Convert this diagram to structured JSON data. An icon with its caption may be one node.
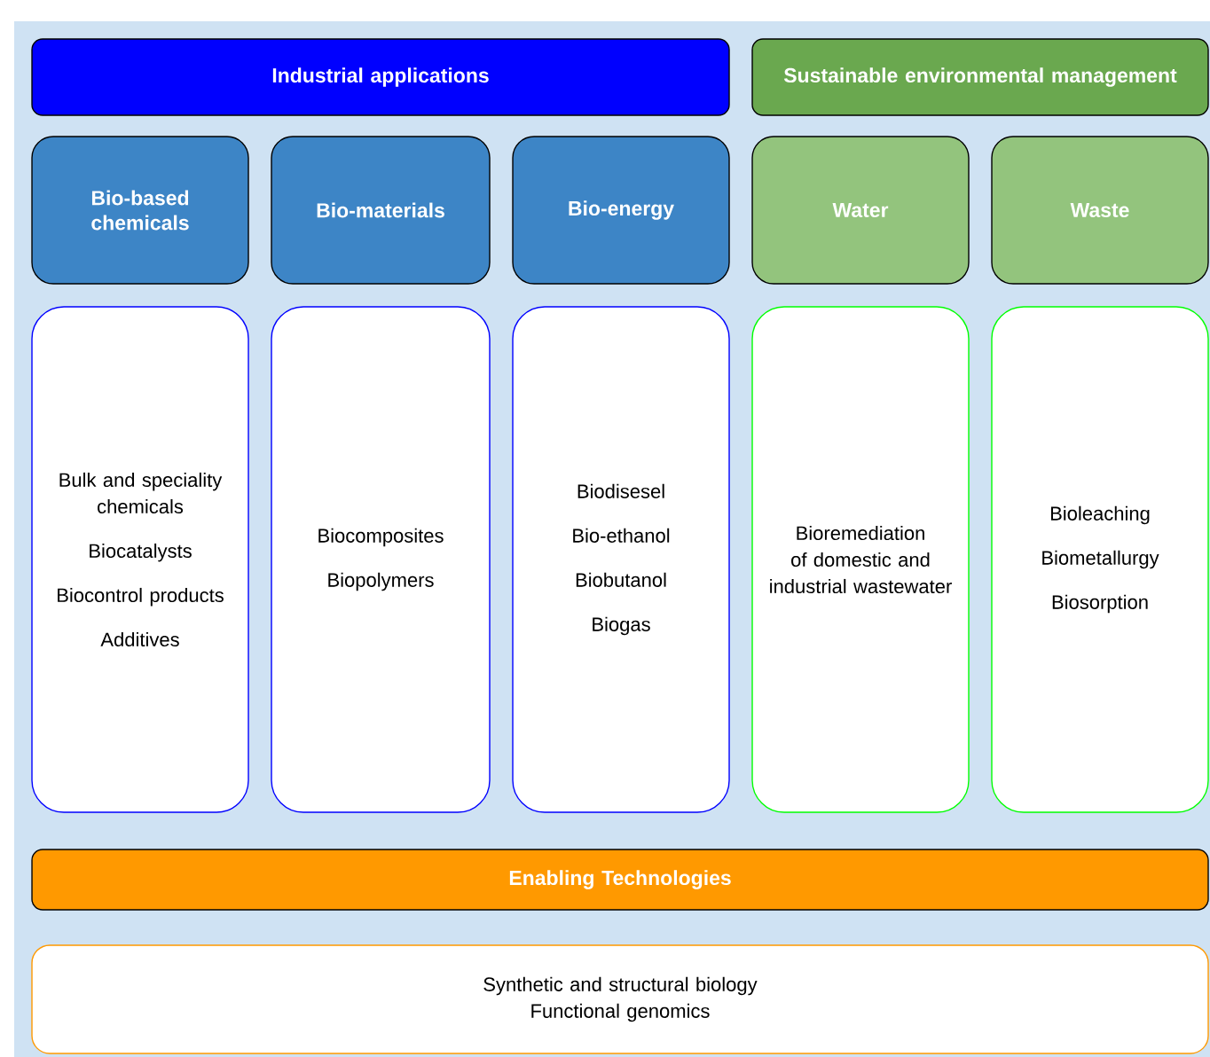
{
  "diagram": {
    "nodes": [
      {
        "text": [
          "Industrial applications"
        ]
      },
      {
        "text": [
          "Sustainable environmental management"
        ]
      },
      {
        "text": [
          "Bio-based chemicals"
        ]
      },
      {
        "text": [
          "Bio-materials"
        ]
      },
      {
        "text": [
          "Bio-energy"
        ]
      },
      {
        "text": [
          "Water"
        ]
      },
      {
        "text": [
          "Waste"
        ]
      },
      {
        "text": [
          "Bulk and speciality chemicals",
          "Biocatalysts",
          "Biocontrol products",
          "Additives"
        ]
      },
      {
        "text": [
          "Biocomposites",
          "Biopolymers"
        ]
      },
      {
        "text": [
          "Biodisesel",
          "Bio-ethanol",
          "Biobutanol",
          "Biogas"
        ]
      },
      {
        "text": [
          "Bioremediation of domestic and industrial wastewater"
        ]
      },
      {
        "text": [
          "Bioleaching",
          "Biometallurgy",
          "Biosorption"
        ]
      },
      {
        "text": [
          "Enabling Technologies"
        ]
      },
      {
        "text": [
          "Synthetic and structural biology",
          "Functional genomics"
        ]
      }
    ],
    "edges": []
  }
}
